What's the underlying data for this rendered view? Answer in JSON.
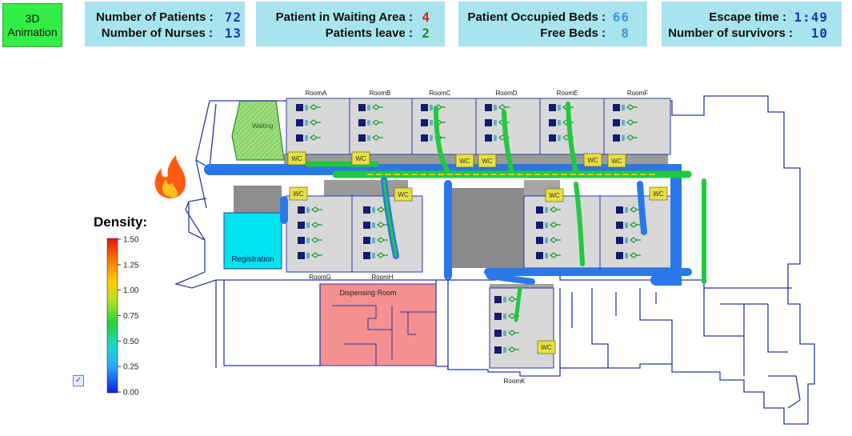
{
  "animation_button": {
    "line1": "3D",
    "line2": "Animation",
    "color": "#33ee44"
  },
  "stats": {
    "patients": {
      "label": "Number of Patients :",
      "value": "72"
    },
    "nurses": {
      "label": "Number of  Nurses :",
      "value": "13"
    },
    "waiting": {
      "label": "Patient in Waiting Area :",
      "value": "4"
    },
    "leave": {
      "label": "Patients leave :",
      "value": "2"
    },
    "occupied": {
      "label": "Patient Occupied Beds :",
      "value": "66"
    },
    "free": {
      "label": "Free Beds :",
      "value": "8"
    },
    "escape": {
      "label": "Escape time :",
      "value": "1:49"
    },
    "survivors": {
      "label": "Number of survivors :",
      "value": "10"
    }
  },
  "panel_color": "#a8e4ee",
  "rooms": {
    "a": "RoomA",
    "b": "RoomB",
    "c": "RoomC",
    "d": "RoomD",
    "e": "RoomE",
    "f": "RoomF",
    "g": "RoomG",
    "h": "RoomH",
    "k": "RoomK",
    "waiting": "Waiting",
    "registration": "Registration",
    "dispensing": "Dispensing Room",
    "wc": "WC"
  },
  "legend": {
    "title": "Density:",
    "ticks": [
      "1.50",
      "1.25",
      "1.00",
      "0.75",
      "0.50",
      "0.25",
      "0.00"
    ]
  },
  "checkbox": {
    "checked": true,
    "mark": "✓"
  },
  "icons": {
    "fire": "fire-icon",
    "bed": "bed-icon",
    "nurse": "nurse-icon"
  }
}
